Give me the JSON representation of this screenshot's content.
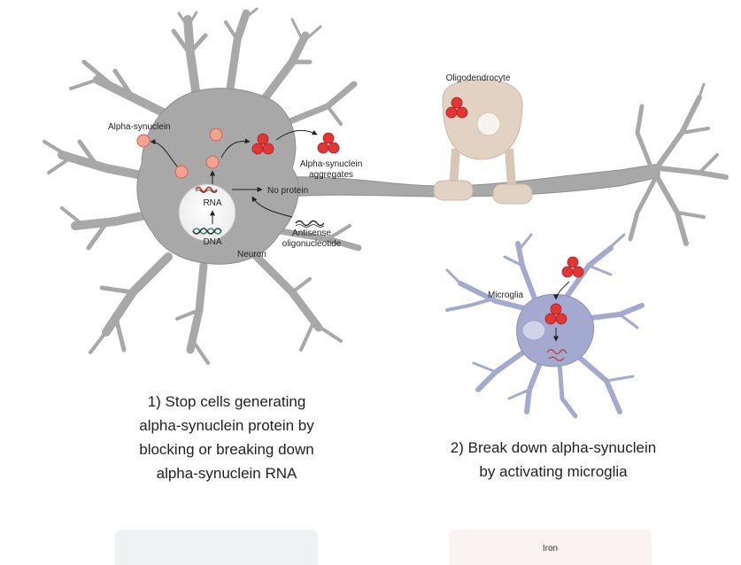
{
  "labels": {
    "alpha_synuclein": "Alpha-synuclein",
    "aggregates_line1": "Alpha-synuclein",
    "aggregates_line2": "aggregates",
    "rna": "RNA",
    "dna": "DNA",
    "no_protein": "No protein",
    "antisense_line1": "Antisense",
    "antisense_line2": "oligonucleotide",
    "neuron": "Neuron",
    "oligodendrocyte": "Oligodendrocyte",
    "microglia": "Microglia"
  },
  "captions": {
    "left": [
      "1) Stop cells generating",
      "alpha-synuclein protein by",
      "blocking or breaking down",
      "alpha-synuclein RNA"
    ],
    "right": [
      "2) Break down alpha-synuclein",
      "by activating microglia"
    ]
  },
  "cards": {
    "right_label": "Iron"
  },
  "colors": {
    "neuron": "#a8a8a8",
    "neuron_outline": "#8e8e8e",
    "oligodendrocyte": "#e2d2c3",
    "microglia": "#a3a9cf",
    "protein_monomer": "#f3a291",
    "protein_aggregate": "#e23636"
  }
}
